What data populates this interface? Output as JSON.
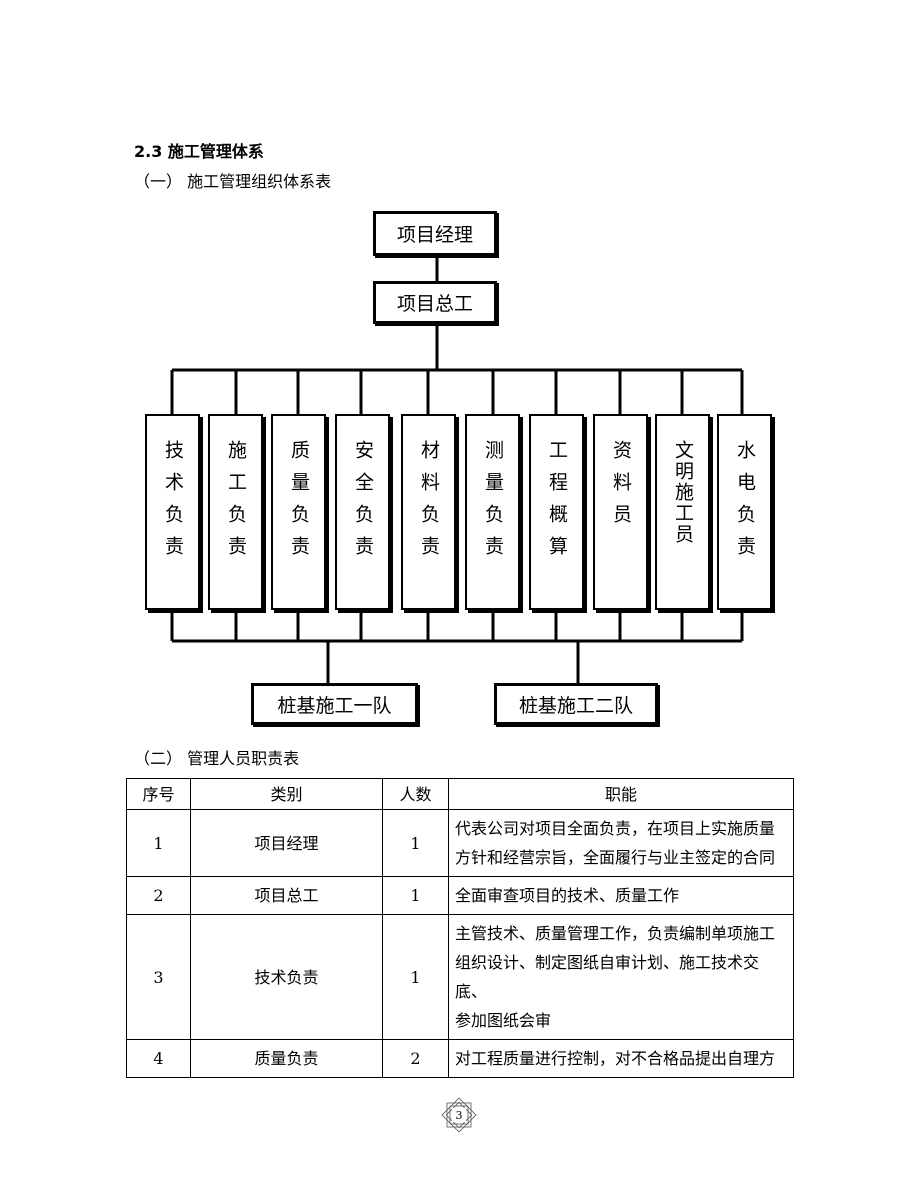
{
  "section": {
    "title": "2.3 施工管理体系",
    "sub1": "（一）  施工管理组织体系表",
    "sub2": "（二）  管理人员职责表"
  },
  "org_chart": {
    "top": "项目经理",
    "second": "项目总工",
    "departments": [
      "技术负责",
      "施工负责",
      "质量负责",
      "安全负责",
      "材料负责",
      "测量负责",
      "工程概算",
      "资料员",
      "文明施工员",
      "水电负责"
    ],
    "teams": [
      "桩基施工一队",
      "桩基施工二队"
    ]
  },
  "table": {
    "headers": [
      "序号",
      "类别",
      "人数",
      "职能"
    ],
    "rows": [
      {
        "no": "1",
        "role": "项目经理",
        "count": "1",
        "duty": [
          "代表公司对项目全面负责，在项目上实施质量",
          "方针和经营宗旨，全面履行与业主签定的合同"
        ]
      },
      {
        "no": "2",
        "role": "项目总工",
        "count": "1",
        "duty": [
          "全面审查项目的技术、质量工作"
        ]
      },
      {
        "no": "3",
        "role": "技术负责",
        "count": "1",
        "duty": [
          "主管技术、质量管理工作，负责编制单项施工",
          "组织设计、制定图纸自审计划、施工技术交底、",
          "参加图纸会审"
        ]
      },
      {
        "no": "4",
        "role": "质量负责",
        "count": "2",
        "duty": [
          "对工程质量进行控制，对不合格品提出自理方"
        ]
      }
    ]
  },
  "page_number": "3"
}
